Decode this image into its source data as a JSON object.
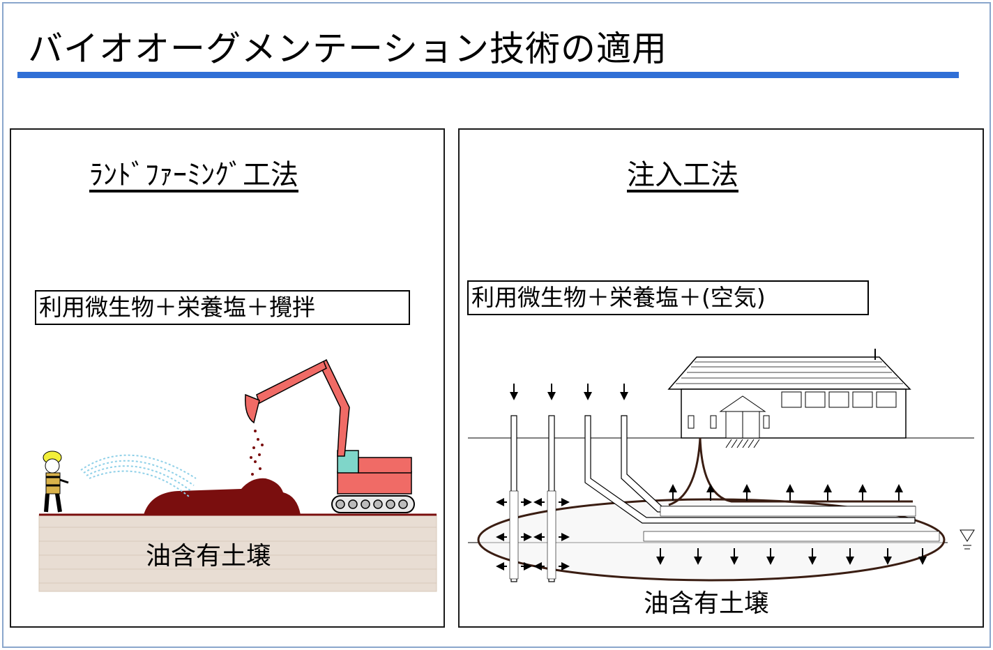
{
  "title": "バイオオーグメンテーション技術の適用",
  "left_panel": {
    "title": "ﾗﾝﾄﾞﾌｧｰﾐﾝｸﾞ工法",
    "method_label": "利用微生物＋栄養塩＋攪拌",
    "soil_label": "油含有土壌"
  },
  "right_panel": {
    "title": "注入工法",
    "method_label": "利用微生物＋栄養塩＋(空気)",
    "soil_label": "油含有土壌"
  },
  "colors": {
    "accent_rule": "#2f6fd6",
    "frame": "#8aa6cc",
    "excavator": "#f06b66",
    "soil_pile": "#7a0e0e",
    "ground": "#e8ddd3",
    "water_spray": "#8fd0e8",
    "worker_helmet": "#f2ef3a"
  }
}
